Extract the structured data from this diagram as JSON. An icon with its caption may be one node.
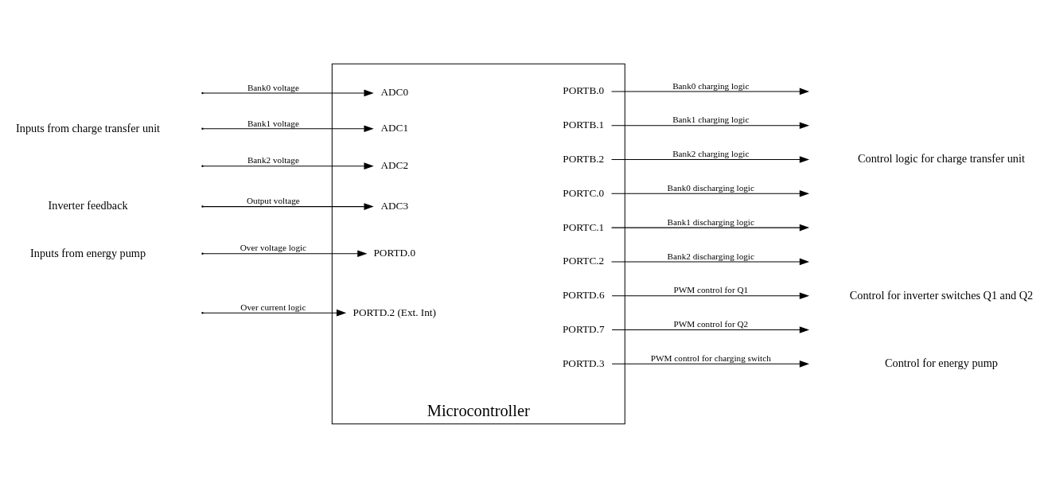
{
  "diagram": {
    "nodes": [
      {
        "text": [
          "Microcontroller"
        ]
      },
      {
        "text": [
          "ADC0"
        ],
        "in": 0
      },
      {
        "text": [
          "ADC1"
        ],
        "in": 0
      },
      {
        "text": [
          "ADC2"
        ],
        "in": 0
      },
      {
        "text": [
          "ADC3"
        ],
        "in": 0
      },
      {
        "text": [
          "PORTD.0"
        ],
        "in": 0
      },
      {
        "text": [
          "PORTD.2 (Ext. Int)"
        ],
        "in": 0
      },
      {
        "text": [
          "PORTB.0"
        ],
        "in": 0
      },
      {
        "text": [
          "PORTB.1"
        ],
        "in": 0
      },
      {
        "text": [
          "PORTB.2"
        ],
        "in": 0
      },
      {
        "text": [
          "PORTC.0"
        ],
        "in": 0
      },
      {
        "text": [
          "PORTC.1"
        ],
        "in": 0
      },
      {
        "text": [
          "PORTC.2"
        ],
        "in": 0
      },
      {
        "text": [
          "PORTD.6"
        ],
        "in": 0
      },
      {
        "text": [
          "PORTD.7"
        ],
        "in": 0
      },
      {
        "text": [
          "PORTD.3"
        ],
        "in": 0
      }
    ],
    "edges": [
      {
        "from": null,
        "to": 1,
        "arrow": "to",
        "label": "Bank0 voltage"
      },
      {
        "from": null,
        "to": 2,
        "arrow": "to",
        "label": "Bank1 voltage"
      },
      {
        "from": null,
        "to": 3,
        "arrow": "to",
        "label": "Bank2 voltage"
      },
      {
        "from": null,
        "to": 4,
        "arrow": "to",
        "label": "Output voltage"
      },
      {
        "from": null,
        "to": 5,
        "arrow": "to",
        "label": "Over voltage logic"
      },
      {
        "from": null,
        "to": 6,
        "arrow": "to",
        "label": "Over current logic"
      },
      {
        "from": 7,
        "to": null,
        "arrow": "to",
        "label": "Bank0 charging logic"
      },
      {
        "from": 8,
        "to": null,
        "arrow": "to",
        "label": "Bank1 charging logic"
      },
      {
        "from": 9,
        "to": null,
        "arrow": "to",
        "label": "Bank2 charging logic"
      },
      {
        "from": 10,
        "to": null,
        "arrow": "to",
        "label": "Bank0 discharging logic"
      },
      {
        "from": 11,
        "to": null,
        "arrow": "to",
        "label": "Bank1 discharging logic"
      },
      {
        "from": 12,
        "to": null,
        "arrow": "to",
        "label": "Bank2 discharging logic"
      },
      {
        "from": 13,
        "to": null,
        "arrow": "to",
        "label": "PWM control for Q1"
      },
      {
        "from": 14,
        "to": null,
        "arrow": "to",
        "label": "PWM control for Q2"
      },
      {
        "from": 15,
        "to": null,
        "arrow": "to",
        "label": "PWM control for charging switch"
      }
    ],
    "labels": [
      "Inputs from charge transfer unit",
      "Inverter feedback",
      "Inputs from energy pump",
      "Control logic for charge transfer unit",
      "Control for inverter switches Q1 and Q2",
      "Control for energy pump"
    ]
  }
}
